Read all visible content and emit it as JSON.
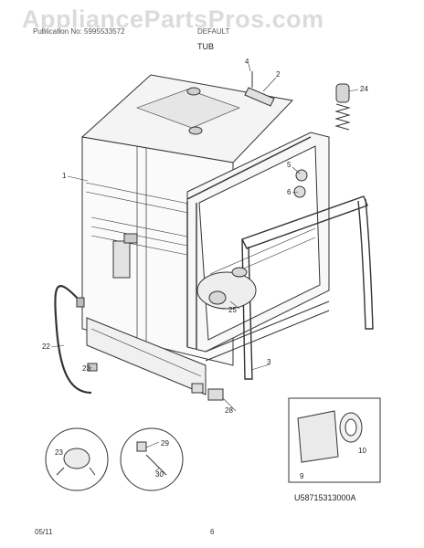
{
  "watermark": "AppliancePartsPros.com",
  "header": {
    "left": "Publication No: 5995533572",
    "right": "DEFAULT"
  },
  "section_title": "TUB",
  "diagram_code": "U58715313000A",
  "footer": {
    "date": "05/11",
    "page": "6"
  },
  "callouts": {
    "c1": "1",
    "c2": "2",
    "c3": "3",
    "c4": "4",
    "c5": "5",
    "c6": "6",
    "c9": "9",
    "c10": "10",
    "c22": "22",
    "c23a": "23",
    "c23b": "23",
    "c24": "24",
    "c25": "25",
    "c28": "28",
    "c29": "29",
    "c30": "30"
  }
}
